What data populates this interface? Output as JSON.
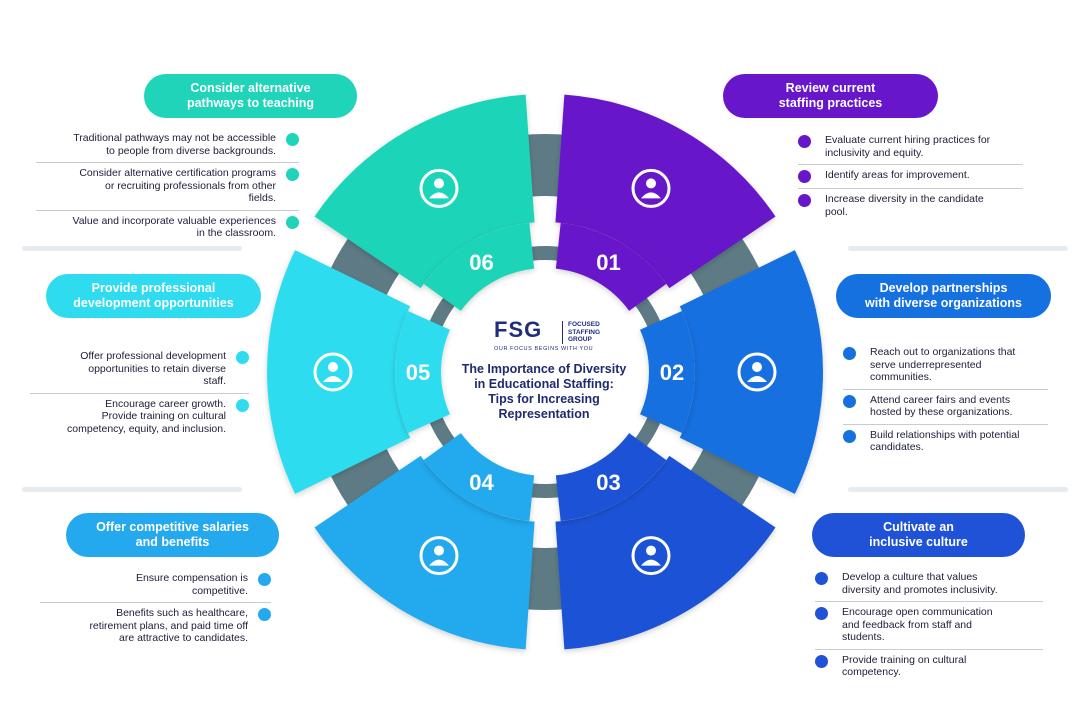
{
  "colors": {
    "teal": "#1fd4b8",
    "aqua": "#2fdcef",
    "sky": "#24a9ee",
    "blue": "#1570e0",
    "royal": "#1f52d6",
    "purple": "#6716c9",
    "gray_ring": "#5e7b85",
    "navy_text": "#1e2b6e"
  },
  "logo": {
    "letters": "FSG",
    "name": "FOCUSED\nSTAFFING\nGROUP",
    "tagline": "OUR FOCUS BEGINS WITH YOU"
  },
  "center_title": "The Importance of Diversity\nin Educational Staffing:\nTips for Increasing\nRepresentation",
  "steps": [
    {
      "number": "01",
      "icon": "team-shield-check-icon",
      "title": "Review current\nstaffing practices",
      "color": "#6716c9",
      "bullets": [
        "Evaluate current hiring practices for\ninclusivity and equity.",
        "Identify areas for improvement.",
        "Increase diversity in the candidate\npool."
      ]
    },
    {
      "number": "02",
      "icon": "handshake-icon",
      "title": "Develop partnerships\nwith diverse organizations",
      "color": "#1570e0",
      "bullets": [
        "Reach out to organizations that\nserve underrepresented\ncommunities.",
        "Attend career fairs and events\nhosted by these organizations.",
        "Build relationships with potential\ncandidates."
      ]
    },
    {
      "number": "03",
      "icon": "people-cycle-icon",
      "title": "Cultivate an\ninclusive culture",
      "color": "#1f52d6",
      "bullets": [
        "Develop a culture that values\ndiversity and promotes inclusivity.",
        "Encourage open communication\nand feedback from staff and\nstudents.",
        "Provide training on cultural\ncompetency."
      ]
    },
    {
      "number": "04",
      "icon": "dollar-coins-icon",
      "title": "Offer competitive salaries\nand benefits",
      "color": "#24a9ee",
      "bullets": [
        "Ensure compensation is\ncompetitive.",
        "Benefits such as healthcare,\nretirement plans, and paid time off\nare attractive to candidates."
      ]
    },
    {
      "number": "05",
      "icon": "professional-gear-icon",
      "title": "Provide professional\ndevelopment opportunities",
      "color": "#2fdcef",
      "bullets": [
        "Offer professional development\nopportunities to retain diverse\nstaff.",
        "Encourage career growth.\nProvide training on cultural\ncompetency, equity, and inclusion."
      ]
    },
    {
      "number": "06",
      "icon": "teacher-board-icon",
      "title": "Consider alternative\npathways to teaching",
      "color": "#1fd4b8",
      "bullets": [
        "Traditional pathways may not be accessible\nto people from diverse backgrounds.",
        "Consider alternative certification programs\nor recruiting professionals from other\nfields.",
        "Value and incorporate valuable experiences\nin the classroom."
      ]
    }
  ]
}
